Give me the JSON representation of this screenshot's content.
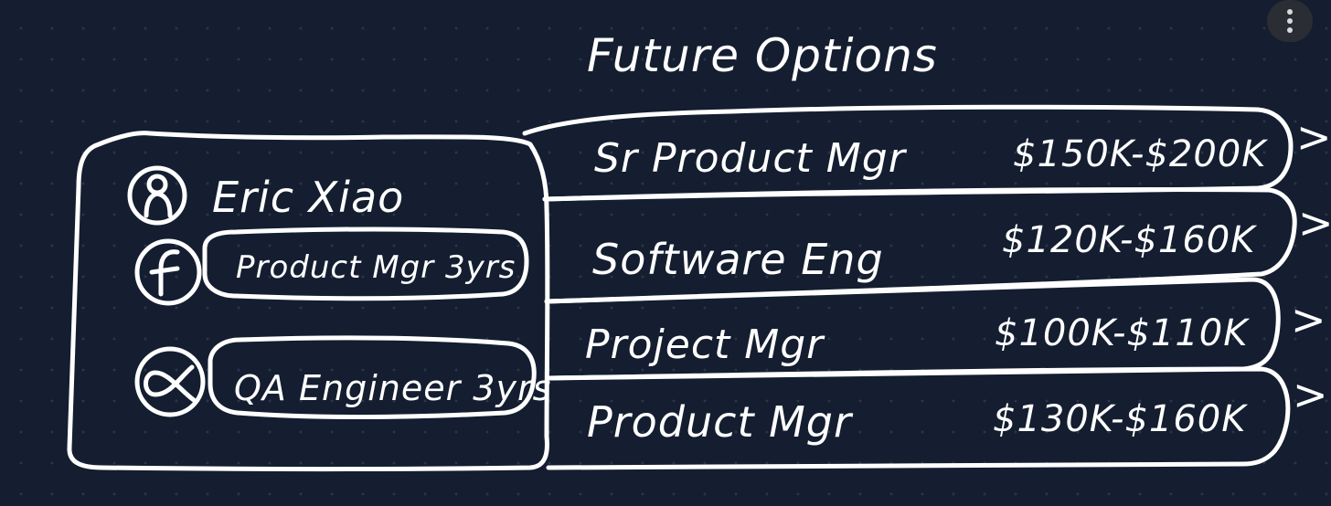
{
  "title": "Future Options",
  "profile": {
    "name": "Eric Xiao",
    "experience": [
      {
        "icon": "facebook-icon",
        "label": "Product Mgr 3yrs"
      },
      {
        "icon": "alpha-icon",
        "label": "QA Engineer 3yrs"
      }
    ]
  },
  "options": [
    {
      "role": "Sr Product Mgr",
      "salary": "$150K-$200K",
      "arrow": ">"
    },
    {
      "role": "Software Eng",
      "salary": "$120K-$160K",
      "arrow": ">"
    },
    {
      "role": "Project Mgr",
      "salary": "$100K-$110K",
      "arrow": ">"
    },
    {
      "role": "Product Mgr",
      "salary": "$130K-$160K",
      "arrow": ">"
    }
  ],
  "colors": {
    "background": "#141e30",
    "ink": "#ffffff"
  },
  "menu": {
    "icon": "more-vertical-icon"
  }
}
